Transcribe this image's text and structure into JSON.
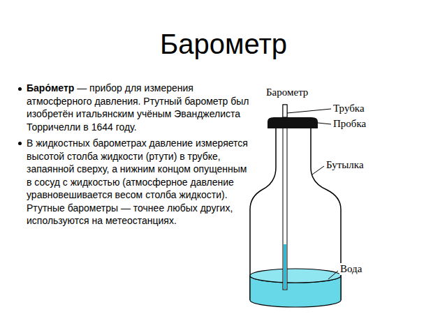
{
  "diagram": {
    "title": "Барометр",
    "labels": [
      "Баро́метр",
      "— прибор для измерения атмосферного давления. Ртутный барометр был изобретён итальянским учёным Эванджелиста Торричелли в 1644 году.",
      "В жидкостных барометрах давление измеряется высотой столба жидкости (ртути) в трубке, запаянной сверху, а нижним концом опущенным в сосуд с жидкостью (атмосферное давление уравновешивается весом столба жидкости). Ртутные барометры — точнее любых других, используются на метеостанциях.",
      "Барометр",
      "Трубка",
      "Пробка",
      "Бутылка",
      "Вода"
    ]
  }
}
